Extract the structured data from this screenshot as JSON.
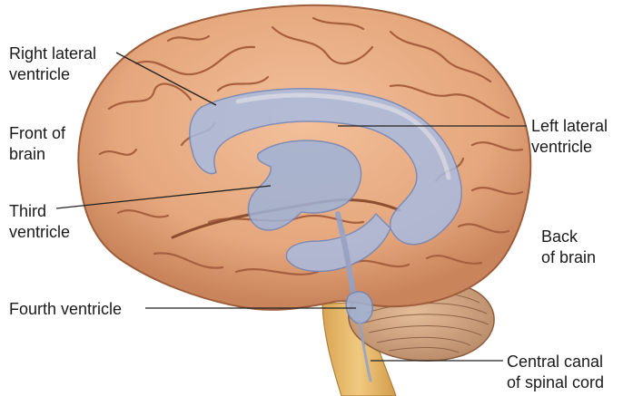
{
  "labels": {
    "right_lateral_ventricle": [
      "Right lateral",
      "ventricle"
    ],
    "front_of_brain": [
      "Front of",
      "brain"
    ],
    "third_ventricle": [
      "Third",
      "ventricle"
    ],
    "fourth_ventricle": [
      "Fourth ventricle"
    ],
    "left_lateral_ventricle": [
      "Left lateral",
      "ventricle"
    ],
    "back_of_brain": [
      "Back",
      "of brain"
    ],
    "central_canal": [
      "Central canal",
      "of spinal cord"
    ]
  },
  "colors": {
    "brain": "#e8ab82",
    "brain_shadow": "#c8825a",
    "sulcus": "#a9603e",
    "ventricle": "#9fb3d8",
    "ventricle_edge": "#6f86bd",
    "cerebellum": "#d7a883",
    "brainstem": "#e7bd72",
    "leader_line": "#222222"
  }
}
